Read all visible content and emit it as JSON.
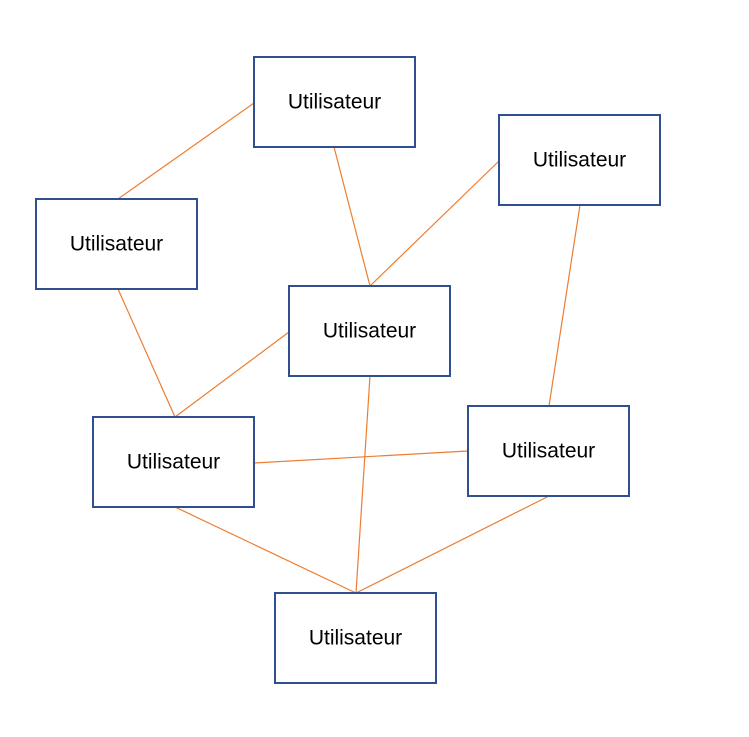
{
  "colors": {
    "node_border": "#2F4F8F",
    "edge": "#ED7D31",
    "background": "#FFFFFF"
  },
  "nodes": [
    {
      "id": "n1",
      "label": "Utilisateur"
    },
    {
      "id": "n2",
      "label": "Utilisateur"
    },
    {
      "id": "n3",
      "label": "Utilisateur"
    },
    {
      "id": "n4",
      "label": "Utilisateur"
    },
    {
      "id": "n5",
      "label": "Utilisateur"
    },
    {
      "id": "n6",
      "label": "Utilisateur"
    },
    {
      "id": "n7",
      "label": "Utilisateur"
    },
    {
      "id": "n8",
      "label": "Utilisateur"
    }
  ],
  "edges": [
    {
      "from": "n1",
      "to": "n3"
    },
    {
      "from": "n1",
      "to": "n4"
    },
    {
      "from": "n2",
      "to": "n4"
    },
    {
      "from": "n2",
      "to": "n6"
    },
    {
      "from": "n3",
      "to": "n5"
    },
    {
      "from": "n4",
      "to": "n5"
    },
    {
      "from": "n4",
      "to": "n7"
    },
    {
      "from": "n5",
      "to": "n6"
    },
    {
      "from": "n5",
      "to": "n7"
    },
    {
      "from": "n6",
      "to": "n7"
    }
  ]
}
